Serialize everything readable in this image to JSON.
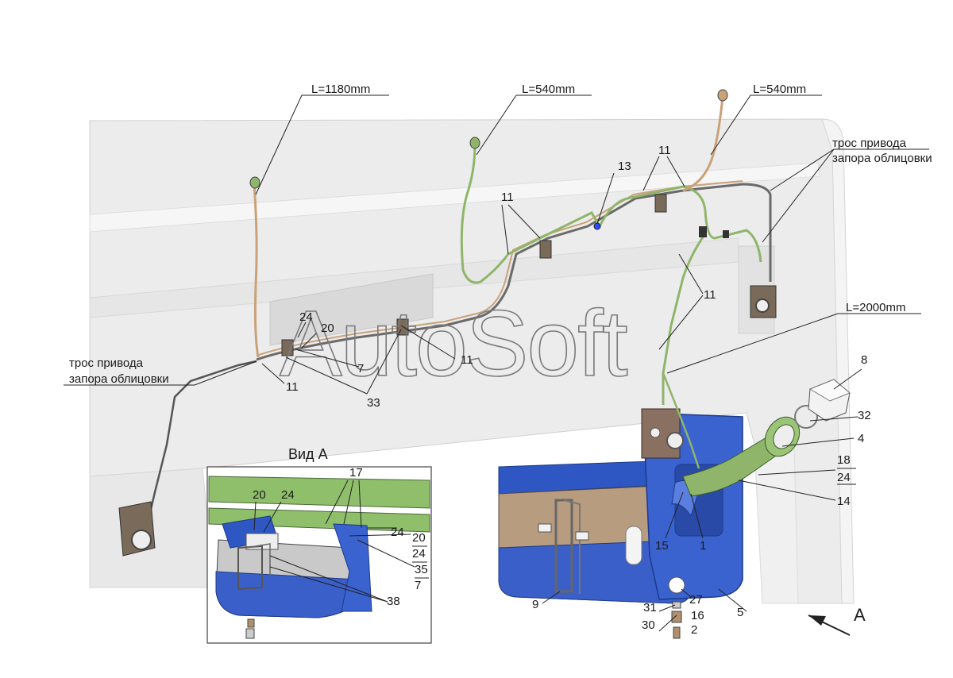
{
  "watermark": "AutoSoft",
  "lengths": {
    "l1180": "L=1180mm",
    "l540a": "L=540mm",
    "l540b": "L=540mm",
    "l2000": "L=2000mm"
  },
  "cable": {
    "left_line1": "трос привода",
    "left_line2": "запора облицовки",
    "right_line1": "трос привода",
    "right_line2": "запора облицовки"
  },
  "view": {
    "title": "Вид А",
    "arrow_letter": "A"
  },
  "callouts": {
    "n11_top": "11",
    "n13": "13",
    "n11_mid": "11",
    "n11_right": "11",
    "n24": "24",
    "n20": "20",
    "n7": "7",
    "n11_center": "11",
    "n11_left": "11",
    "n33": "33",
    "n8": "8",
    "n32": "32",
    "n4": "4",
    "n18": "18",
    "n24b": "24",
    "n14": "14",
    "n15": "15",
    "n1": "1",
    "n9": "9",
    "n27": "27",
    "n5": "5",
    "n31": "31",
    "n16": "16",
    "n30": "30",
    "n2": "2"
  },
  "inset_callouts": {
    "n17": "17",
    "n20a": "20",
    "n24a": "24",
    "n24b": "24",
    "n20b": "20",
    "n24c": "24",
    "n35": "35",
    "n7": "7",
    "n38": "38"
  },
  "colors": {
    "panel": "#ededed",
    "tank_blue": "#3a5fc8",
    "tank_tan": "#b59a7e",
    "pipe_green": "#8fb56a",
    "pipe_copper": "#c9a27a",
    "inset_green": "#8fbf6a"
  }
}
